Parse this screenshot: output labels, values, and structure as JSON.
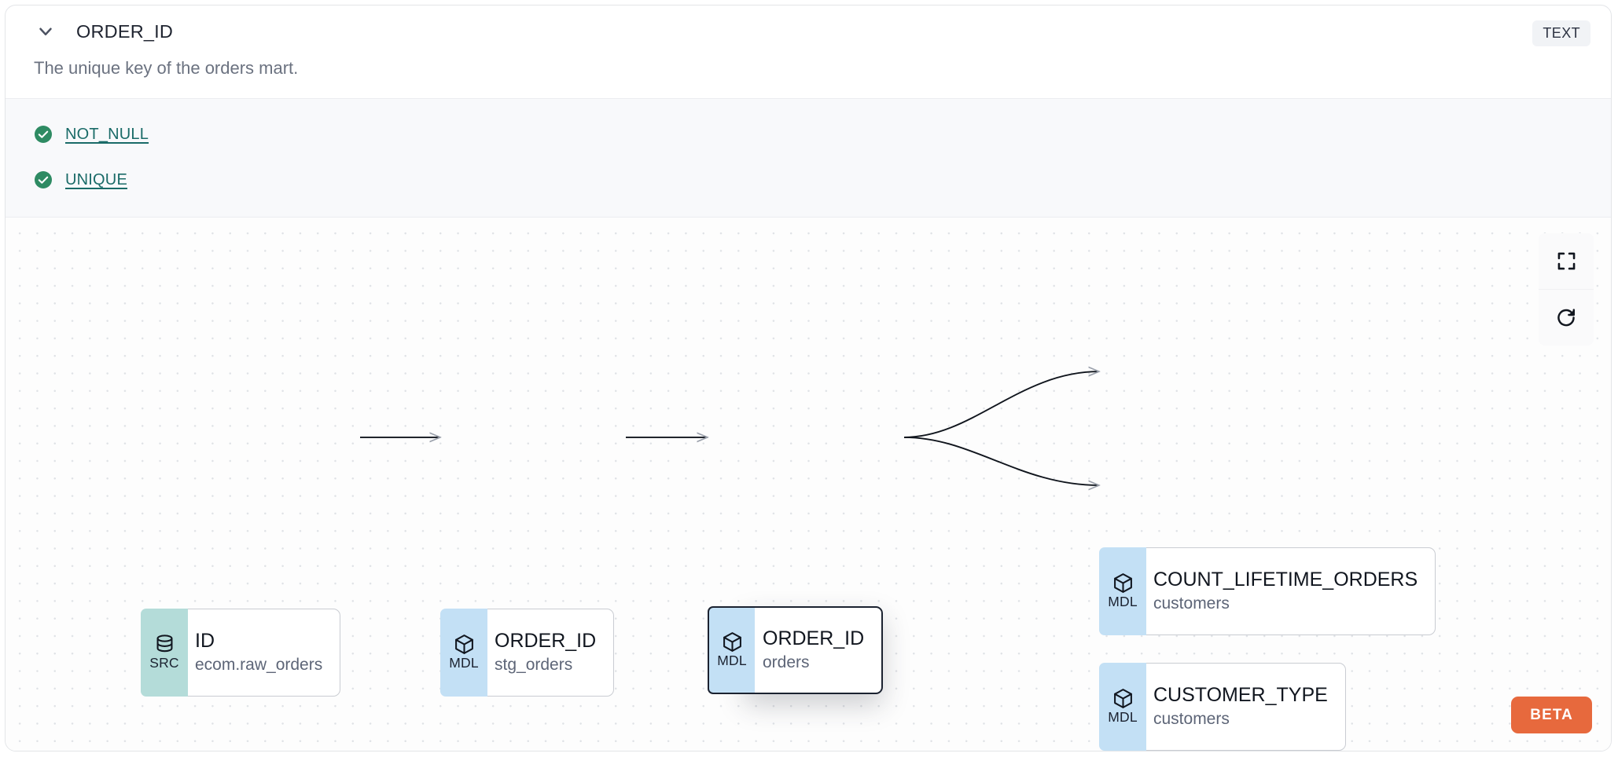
{
  "header": {
    "chevron_icon": "chevron-down-icon",
    "column_name": "ORDER_ID",
    "type_badge": "TEXT"
  },
  "description": "The unique key of the orders mart.",
  "tests": [
    {
      "status_icon": "check-circle-icon",
      "label": "NOT_NULL",
      "status": "pass"
    },
    {
      "status_icon": "check-circle-icon",
      "label": "UNIQUE",
      "status": "pass"
    }
  ],
  "lineage": {
    "nodes": [
      {
        "id": "src-id",
        "badge": "SRC",
        "badge_icon": "database-icon",
        "name": "ID",
        "sub": "ecom.raw_orders",
        "selected": false
      },
      {
        "id": "mdl-stg",
        "badge": "MDL",
        "badge_icon": "cube-icon",
        "name": "ORDER_ID",
        "sub": "stg_orders",
        "selected": false
      },
      {
        "id": "mdl-orders",
        "badge": "MDL",
        "badge_icon": "cube-icon",
        "name": "ORDER_ID",
        "sub": "orders",
        "selected": true
      },
      {
        "id": "mdl-count",
        "badge": "MDL",
        "badge_icon": "cube-icon",
        "name": "COUNT_LIFETIME_ORDERS",
        "sub": "customers",
        "selected": false
      },
      {
        "id": "mdl-custtype",
        "badge": "MDL",
        "badge_icon": "cube-icon",
        "name": "CUSTOMER_TYPE",
        "sub": "customers",
        "selected": false
      }
    ],
    "controls": [
      {
        "id": "fit-view",
        "icon": "fit-view-icon"
      },
      {
        "id": "refresh",
        "icon": "refresh-icon"
      }
    ],
    "beta_label": "BETA"
  },
  "colors": {
    "badge_src": "#b4dcd9",
    "badge_mdl": "#c3e0f5",
    "test_pass": "#2e8b63",
    "test_link": "#1a6b68",
    "beta": "#e7693d",
    "selected_border": "#1b2230"
  }
}
